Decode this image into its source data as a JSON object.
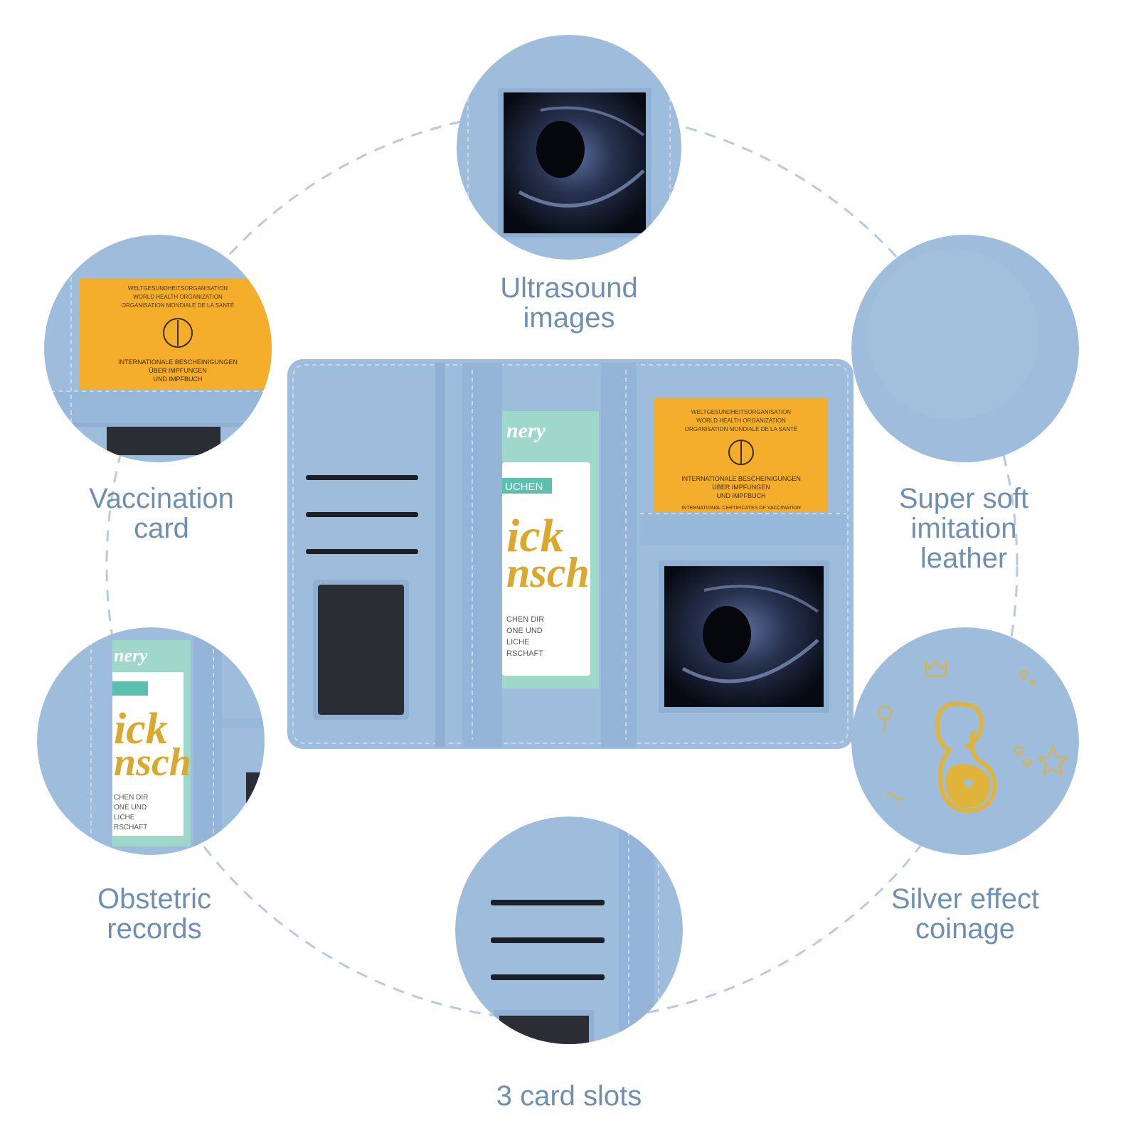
{
  "features": [
    {
      "id": "ultrasound",
      "lines": [
        "Ultrasound",
        "images"
      ]
    },
    {
      "id": "vaccination",
      "lines": [
        "Vaccination",
        "card"
      ]
    },
    {
      "id": "leather",
      "lines": [
        "Super soft",
        "imitation",
        "leather"
      ]
    },
    {
      "id": "obstetric",
      "lines": [
        "Obstetric",
        "records"
      ]
    },
    {
      "id": "coinage",
      "lines": [
        "Silver effect",
        "coinage"
      ]
    },
    {
      "id": "card-slots",
      "lines": [
        "3 card slots"
      ]
    }
  ],
  "vaccination_card": {
    "org_lines": [
      "WELTGESUNDHEITSORGANISATION",
      "WORLD HEALTH ORGANIZATION",
      "ORGANISATION MONDIALE DE LA SANTÉ"
    ],
    "title_lines": [
      "INTERNATIONALE BESCHEINIGUNGEN",
      "ÜBER IMPFUNGEN",
      "UND IMPFBUCH"
    ],
    "footer": "INTERNATIONAL CERTIFICATES OF VACCINATION"
  },
  "booklet": {
    "brand": "nery",
    "banner": "UCHEN",
    "script_lines": [
      "ick",
      "nsch"
    ],
    "small_lines": [
      "CHEN DIR",
      "ONE UND",
      "LICHE",
      "RSCHAFT"
    ]
  },
  "colors": {
    "leather": "#9ebcdc",
    "leather_dark": "#86a6c9",
    "label": "#6f8fb2",
    "card_orange": "#f5ae2b",
    "mint": "#9fd8c9",
    "gold": "#e0b43a"
  }
}
